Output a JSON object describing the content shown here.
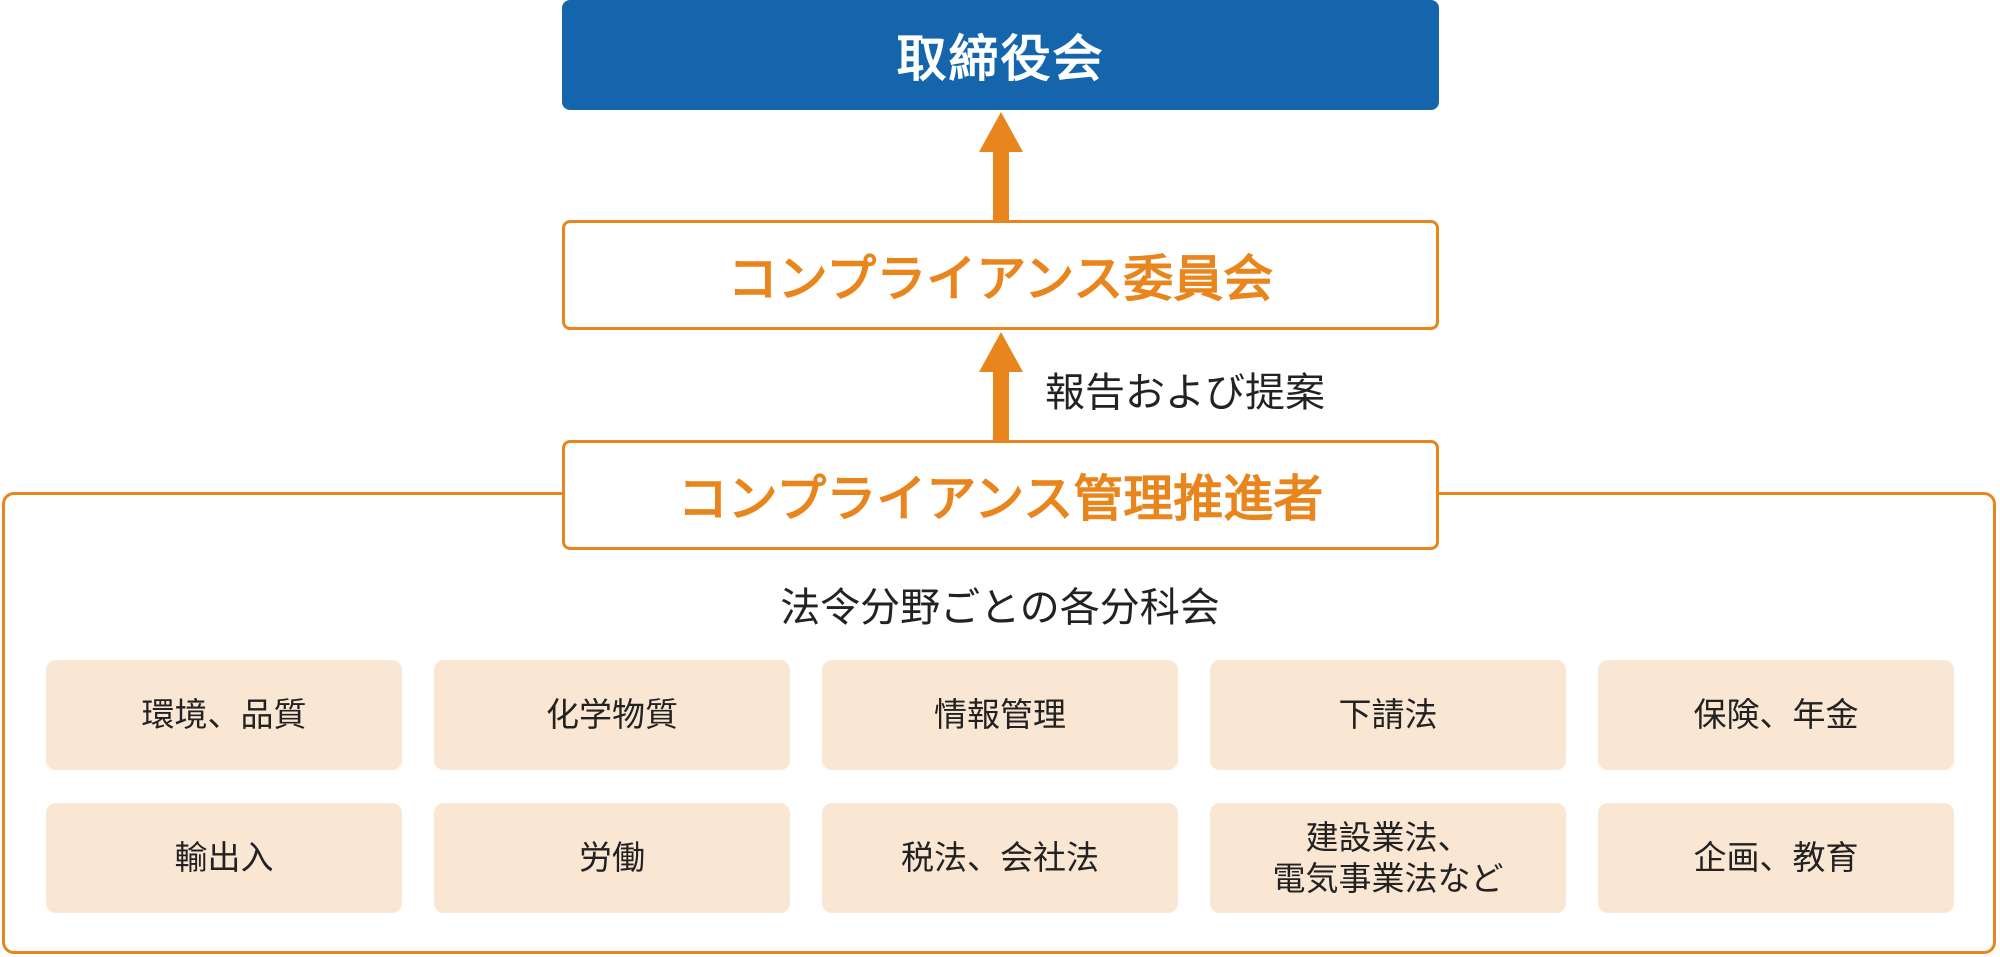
{
  "colors": {
    "board_fill": "#1565ad",
    "accent_orange": "#e8851c",
    "subcommittee_fill": "#f9e6d3"
  },
  "board": {
    "label": "取締役会"
  },
  "committee": {
    "label": "コンプライアンス委員会"
  },
  "report_label": "報告および提案",
  "promoter": {
    "label": "コンプライアンス管理推進者"
  },
  "section_title": "法令分野ごとの各分科会",
  "subcommittees": [
    {
      "label": "環境、品質"
    },
    {
      "label": "化学物質"
    },
    {
      "label": "情報管理"
    },
    {
      "label": "下請法"
    },
    {
      "label": "保険、年金"
    },
    {
      "label": "輸出入"
    },
    {
      "label": "労働"
    },
    {
      "label": "税法、会社法"
    },
    {
      "label_line1": "建設業法、",
      "label_line2": "電気事業法など"
    },
    {
      "label": "企画、教育"
    }
  ]
}
